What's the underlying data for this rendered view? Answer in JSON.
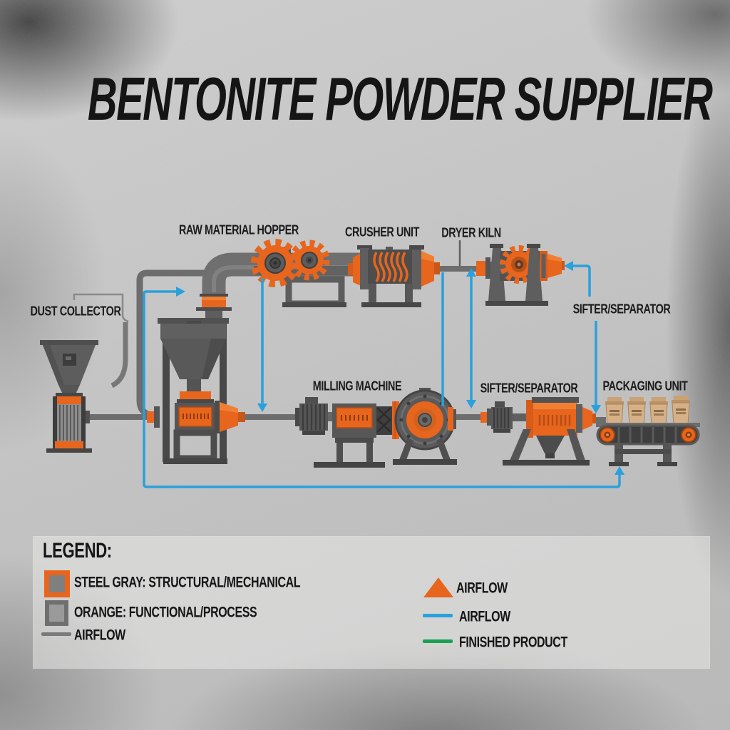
{
  "title": "BENTONITE POWDER SUPPLIER",
  "diagram": {
    "labels": {
      "dust_collector": "DUST COLLECTOR",
      "raw_material_hopper": "RAW MATERIAL HOPPER",
      "crusher_unit": "CRUSHER UNIT",
      "dryer_kiln": "DRYER KILN",
      "sifter_separator_top": "SIFTER/SEPARATOR",
      "milling_machine": "MILLING MACHINE",
      "sifter_separator_mid": "SIFTER/SEPARATOR",
      "packaging_unit": "PACKAGING UNIT"
    },
    "machines": [
      "dust-collector",
      "raw-material-hopper",
      "crusher-unit",
      "dryer-kiln",
      "milling-machine",
      "blower-fan",
      "sifter-separator",
      "packaging-unit"
    ],
    "flow_lines": "airflow routed in blue with arrows; gray ducting pipes connect machines"
  },
  "legend": {
    "title": "LEGEND:",
    "left_items": [
      {
        "swatch": "orange-bordered-square",
        "label": "STEEL GRAY: STRUCTURAL/MECHANICAL"
      },
      {
        "swatch": "gray-square",
        "label": "ORANGE: FUNCTIONAL/PROCESS"
      },
      {
        "swatch": "gray-line",
        "label": "AIRFLOW"
      }
    ],
    "right_items": [
      {
        "swatch": "orange-triangle",
        "label": "AIRFLOW"
      },
      {
        "swatch": "blue-line",
        "label": "AIRFLOW"
      },
      {
        "swatch": "green-line",
        "label": "FINISHED PRODUCT"
      }
    ]
  },
  "colors": {
    "orange_functional": "#e8651d",
    "steel_gray": "#6e6e6e",
    "airflow_blue": "#2aa0dc",
    "finished_product_green": "#17a253",
    "text_black": "#151515",
    "background_concrete": "#c6c6c6",
    "bag_tan": "#d6b187"
  }
}
